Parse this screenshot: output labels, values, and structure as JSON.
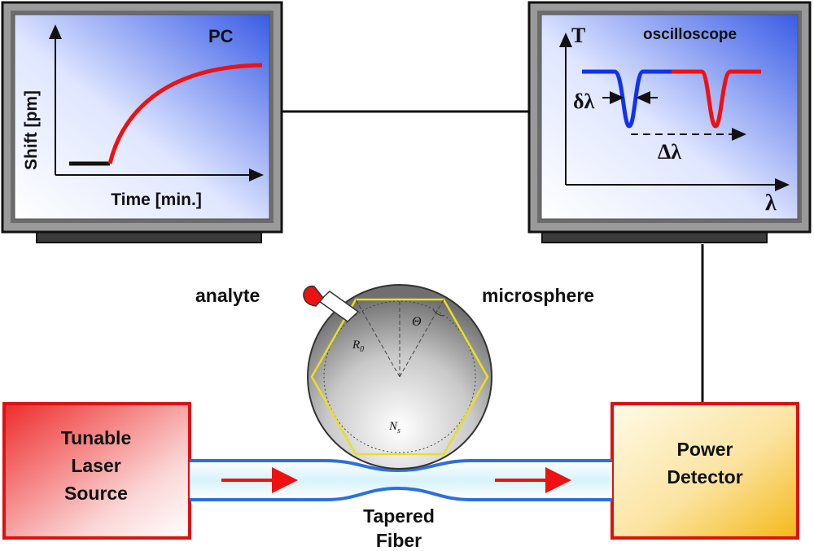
{
  "pc_monitor": {
    "title": "PC",
    "y_axis_label": "Shift [pm]",
    "x_axis_label": "Time [min.]"
  },
  "oscilloscope_monitor": {
    "title": "oscilloscope",
    "y_axis_label": "T",
    "x_axis_label": "λ",
    "linewidth_label": "δλ",
    "shift_label": "Δλ"
  },
  "microsphere": {
    "analyte_label": "analyte",
    "sphere_label": "microsphere",
    "radius_symbol": "R",
    "radius_subscript": "0",
    "angle_symbol": "Θ",
    "sites_symbol": "N",
    "sites_subscript": "s"
  },
  "laser_box": {
    "line1": "Tunable",
    "line2": "Laser",
    "line3": "Source"
  },
  "detector_box": {
    "line1": "Power",
    "line2": "Detector"
  },
  "fiber": {
    "line1": "Tapered",
    "line2": "Fiber"
  },
  "colors": {
    "screen_blue": "#3a5ce6",
    "monitor_frame": "#9a9a9a",
    "red_trace": "#ee1111",
    "blue_trace": "#1133ee",
    "laser_box": "#ee2b2b",
    "detector_box": "#f4c020",
    "fiber": "#2d6fe0",
    "hexagon": "#e8e020"
  }
}
